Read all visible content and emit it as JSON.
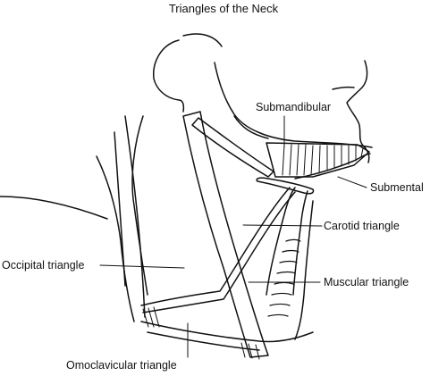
{
  "title": "Triangles of the Neck",
  "labels": {
    "submandibular": "Submandibular",
    "submental": "Submental",
    "carotid": "Carotid triangle",
    "occipital": "Occipital triangle",
    "muscular": "Muscular triangle",
    "omoclavicular": "Omoclavicular triangle"
  }
}
